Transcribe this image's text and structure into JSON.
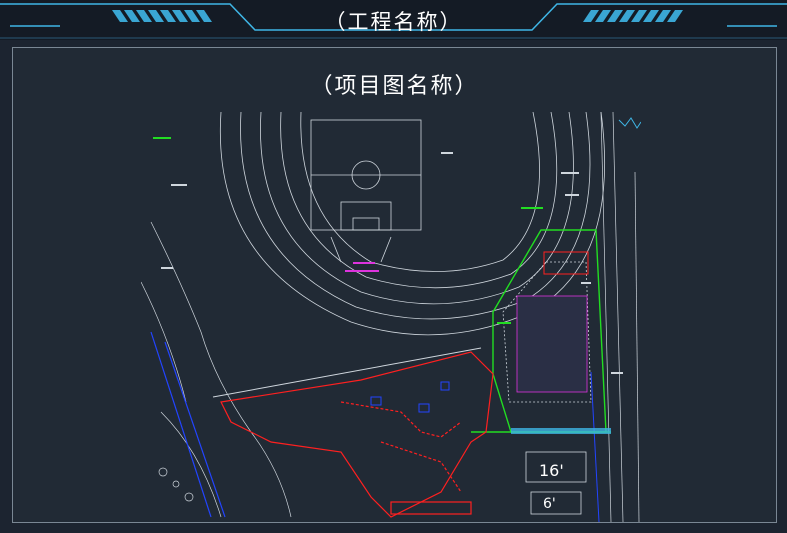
{
  "app": {
    "title": "（工程名称）"
  },
  "panel": {
    "title": "（项目图名称）"
  },
  "drawing": {
    "labels": {
      "block_main": "16'",
      "block_sub": "6'"
    }
  },
  "colors": {
    "background": "#1c2430",
    "accent": "#3fb6e6",
    "cad_white": "#cfd6dd",
    "cad_green": "#22dd22",
    "cad_red": "#ff2020",
    "cad_blue": "#2244ff",
    "cad_magenta": "#dd33dd"
  }
}
